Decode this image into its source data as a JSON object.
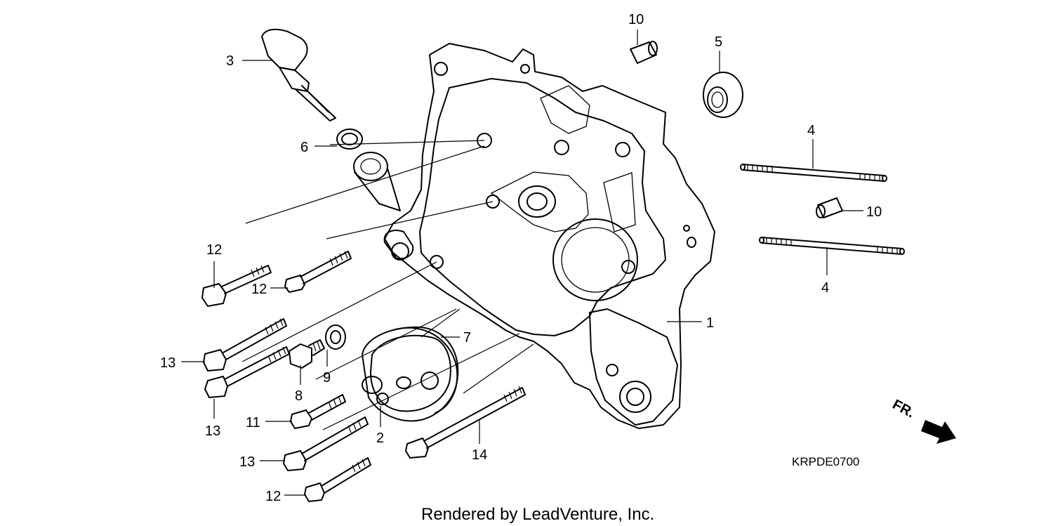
{
  "callouts": {
    "c1": "1",
    "c2": "2",
    "c3": "3",
    "c4a": "4",
    "c4b": "4",
    "c5": "5",
    "c6": "6",
    "c7": "7",
    "c8": "8",
    "c9": "9",
    "c10a": "10",
    "c10b": "10",
    "c11": "11",
    "c12a": "12",
    "c12b": "12",
    "c12c": "12",
    "c13a": "13",
    "c13b": "13",
    "c13c": "13",
    "c14": "14"
  },
  "direction_marker": "FR.",
  "diagram_code": "KRPDE0700",
  "credit": "Rendered by LeadVenture, Inc."
}
